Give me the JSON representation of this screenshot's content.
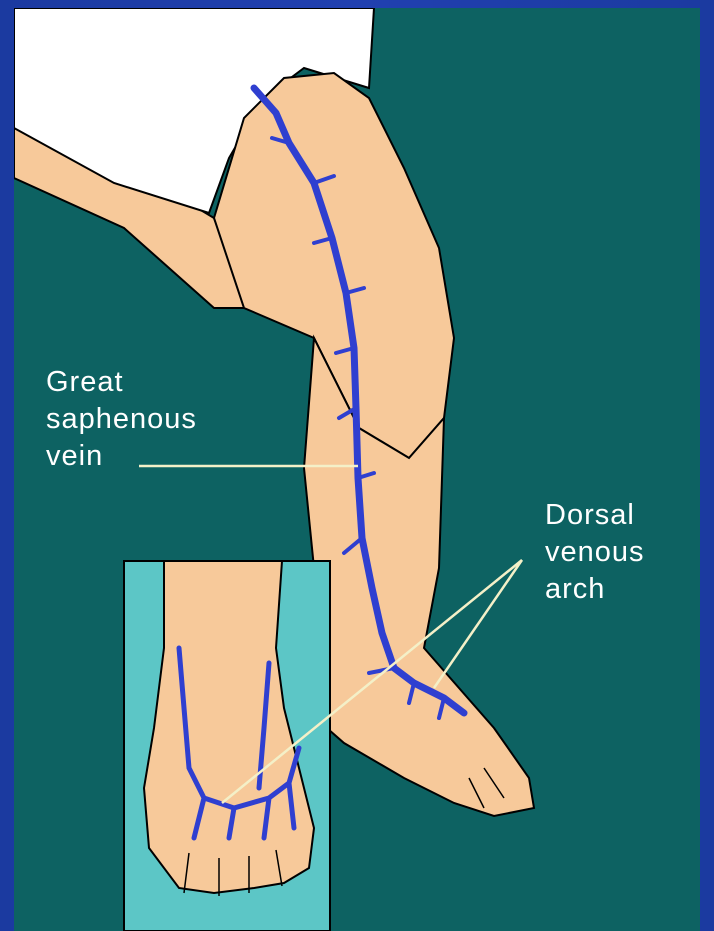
{
  "labels": {
    "great_saphenous_vein": [
      "Great",
      "saphenous",
      "vein"
    ],
    "dorsal_venous_arch": [
      "Dorsal",
      "venous",
      "arch"
    ]
  },
  "colors": {
    "background": "#0d6262",
    "border": "#2140b0",
    "skin": "#f7c99a",
    "vein": "#2f3fd0",
    "inset": "#5cc6c6",
    "pointer": "#f4f0c8"
  }
}
